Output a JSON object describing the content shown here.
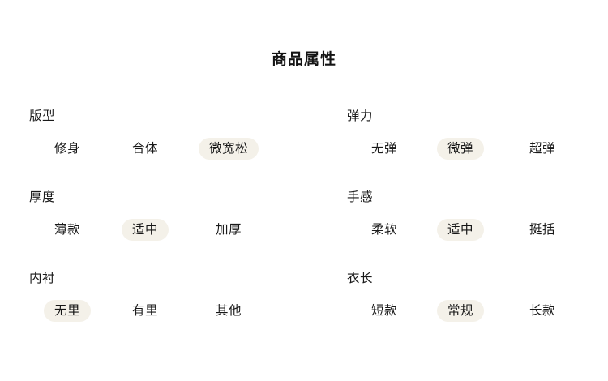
{
  "panel": {
    "title": "商品属性",
    "accent_chip_bg": "#f4f1e9",
    "text_color": "#1a1a1a",
    "page_bg": "#ffffff"
  },
  "groups": [
    {
      "label": "版型",
      "column": "left",
      "options": [
        {
          "label": "修身",
          "selected": false
        },
        {
          "label": "合体",
          "selected": false
        },
        {
          "label": "微宽松",
          "selected": true
        }
      ]
    },
    {
      "label": "弹力",
      "column": "right",
      "options": [
        {
          "label": "无弹",
          "selected": false
        },
        {
          "label": "微弹",
          "selected": true
        },
        {
          "label": "超弹",
          "selected": false
        }
      ]
    },
    {
      "label": "厚度",
      "column": "left",
      "options": [
        {
          "label": "薄款",
          "selected": false
        },
        {
          "label": "适中",
          "selected": true
        },
        {
          "label": "加厚",
          "selected": false
        }
      ]
    },
    {
      "label": "手感",
      "column": "right",
      "options": [
        {
          "label": "柔软",
          "selected": false
        },
        {
          "label": "适中",
          "selected": true
        },
        {
          "label": "挺括",
          "selected": false
        }
      ]
    },
    {
      "label": "内衬",
      "column": "left",
      "options": [
        {
          "label": "无里",
          "selected": true
        },
        {
          "label": "有里",
          "selected": false
        },
        {
          "label": "其他",
          "selected": false
        }
      ]
    },
    {
      "label": "衣长",
      "column": "right",
      "options": [
        {
          "label": "短款",
          "selected": false
        },
        {
          "label": "常规",
          "selected": true
        },
        {
          "label": "长款",
          "selected": false
        }
      ]
    }
  ]
}
